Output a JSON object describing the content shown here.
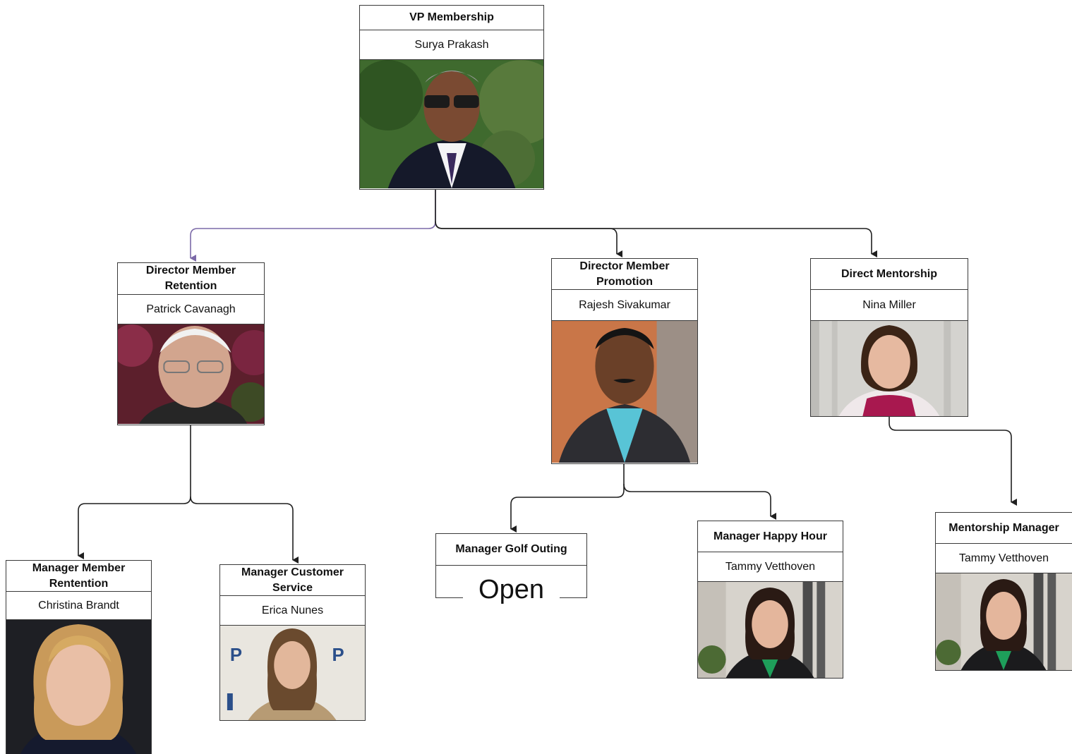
{
  "nodes": {
    "vp": {
      "title": "VP Membership",
      "name": "Surya Prakash"
    },
    "director_retention": {
      "title": "Director Member Retention",
      "name": "Patrick Cavanagh"
    },
    "director_promotion": {
      "title": "Director Member Promotion",
      "name": "Rajesh Sivakumar"
    },
    "direct_mentorship": {
      "title": "Direct Mentorship",
      "name": "Nina Miller"
    },
    "manager_rentention": {
      "title": "Manager Member Rentention",
      "name": "Christina Brandt"
    },
    "manager_customer_service": {
      "title": "Manager Customer Service",
      "name": "Erica Nunes"
    },
    "manager_golf": {
      "title": "Manager Golf Outing",
      "name": "Open"
    },
    "manager_happy_hour": {
      "title": "Manager Happy Hour",
      "name": "Tammy Vetthoven"
    },
    "mentorship_manager": {
      "title": "Mentorship Manager",
      "name": "Tammy Vetthoven"
    }
  },
  "colors": {
    "line": "#1f1f1f",
    "highlight_line": "#7c6aa8",
    "border": "#3a3a3a"
  }
}
